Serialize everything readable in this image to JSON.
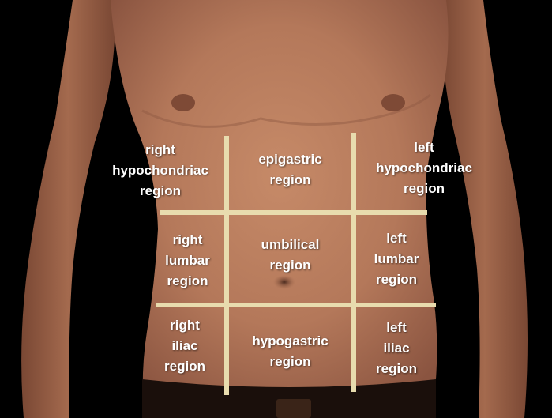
{
  "regions": {
    "right_hypochondriac": [
      "right",
      "hypochondriac",
      "region"
    ],
    "epigastric": [
      "epigastric",
      "region"
    ],
    "left_hypochondriac": [
      "left",
      "hypochondriac",
      "region"
    ],
    "right_lumbar": [
      "right",
      "lumbar",
      "region"
    ],
    "umbilical": [
      "umbilical",
      "region"
    ],
    "left_lumbar": [
      "left",
      "lumbar",
      "region"
    ],
    "right_iliac": [
      "right",
      "iliac",
      "region"
    ],
    "hypogastric": [
      "hypogastric",
      "region"
    ],
    "left_iliac": [
      "left",
      "iliac",
      "region"
    ]
  },
  "colors": {
    "background": "#000000",
    "skin": "#b87a5c",
    "grid_lines": "#e8dcae",
    "label_text": "#ffffff"
  }
}
